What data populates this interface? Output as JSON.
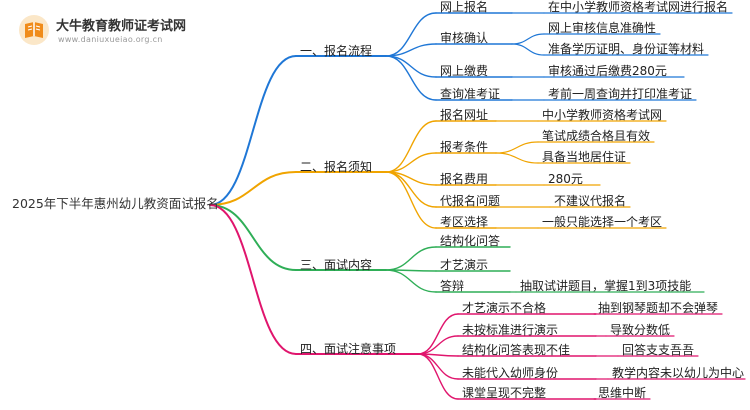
{
  "logo": {
    "title": "大牛教育教师证考试网",
    "url": "www.daniuxueiao.org.cn"
  },
  "root": {
    "label": "2025年下半年惠州幼儿教资面试报名",
    "color": "#333333"
  },
  "branches": [
    {
      "label": "一、报名流程",
      "color": "#1f77d6",
      "children": [
        {
          "label": "网上报名",
          "details": [
            "在中小学教师资格考试网进行报名"
          ]
        },
        {
          "label": "审核确认",
          "details": [
            "网上审核信息准确性",
            "准备学历证明、身份证等材料"
          ]
        },
        {
          "label": "网上缴费",
          "details": [
            "审核通过后缴费280元"
          ]
        },
        {
          "label": "查询准考证",
          "details": [
            "考前一周查询并打印准考证"
          ]
        }
      ]
    },
    {
      "label": "二、报名须知",
      "color": "#f0a400",
      "children": [
        {
          "label": "报名网址",
          "details": [
            "中小学教师资格考试网"
          ]
        },
        {
          "label": "报考条件",
          "details": [
            "笔试成绩合格且有效",
            "具备当地居住证"
          ]
        },
        {
          "label": "报名费用",
          "details": [
            "280元"
          ]
        },
        {
          "label": "代报名问题",
          "details": [
            "不建议代报名"
          ]
        },
        {
          "label": "考区选择",
          "details": [
            "一般只能选择一个考区"
          ]
        }
      ]
    },
    {
      "label": "三、面试内容",
      "color": "#2fae57",
      "children": [
        {
          "label": "结构化问答",
          "details": []
        },
        {
          "label": "才艺演示",
          "details": []
        },
        {
          "label": "答辩",
          "details": [
            "抽取试讲题目，掌握1到3项技能"
          ]
        }
      ]
    },
    {
      "label": "四、面试注意事项",
      "color": "#e0156d",
      "children": [
        {
          "label": "才艺演示不合格",
          "details": [
            "抽到钢琴题却不会弹琴"
          ]
        },
        {
          "label": "未按标准进行演示",
          "details": [
            "导致分数低"
          ]
        },
        {
          "label": "结构化问答表现不佳",
          "details": [
            "回答支支吾吾"
          ]
        },
        {
          "label": "未能代入幼师身份",
          "details": [
            "教学内容未以幼儿为中心"
          ]
        },
        {
          "label": "课堂呈现不完整",
          "details": [
            "思维中断"
          ]
        }
      ]
    }
  ]
}
